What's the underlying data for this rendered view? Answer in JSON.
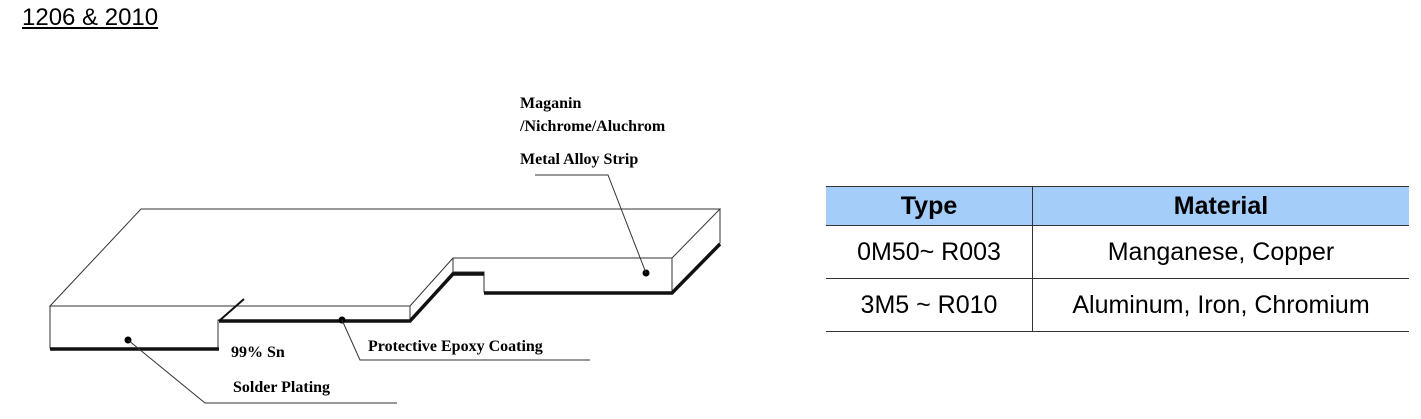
{
  "title": "1206 & 2010",
  "diagram": {
    "labels": {
      "alloy_line1": "Maganin",
      "alloy_line2": "/Nichrome/Aluchrom",
      "strip": "Metal Alloy Strip",
      "epoxy": "Protective Epoxy Coating",
      "sn": "99% Sn",
      "solder": "Solder Plating"
    }
  },
  "table": {
    "headers": [
      "Type",
      "Material"
    ],
    "rows": [
      [
        "0M50~ R003",
        "Manganese, Copper"
      ],
      [
        "3M5 ~ R010",
        "Aluminum, Iron, Chromium"
      ]
    ]
  }
}
